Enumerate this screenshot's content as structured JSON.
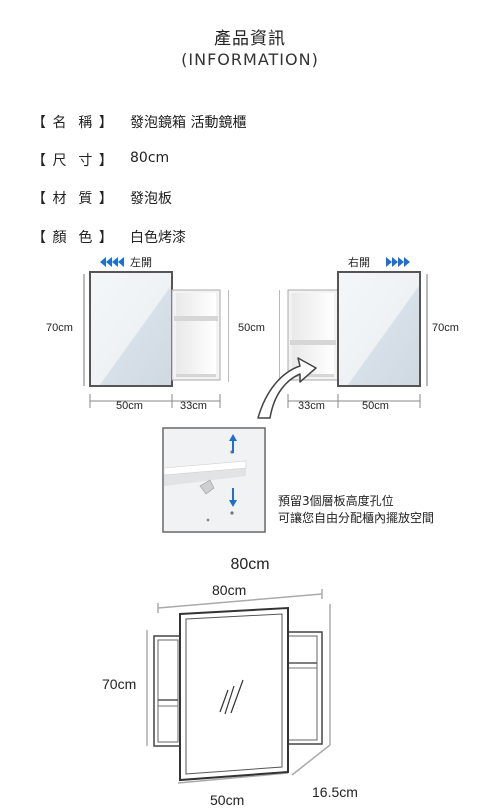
{
  "header": {
    "title": "產品資訊",
    "subtitle": "(INFORMATION)"
  },
  "specs": [
    {
      "label": "【 名  稱 】",
      "value": "發泡鏡箱 活動鏡櫃"
    },
    {
      "label": "【 尺  寸 】",
      "value": "80cm"
    },
    {
      "label": "【 材  質 】",
      "value": "發泡板"
    },
    {
      "label": "【 顏  色 】",
      "value": "白色烤漆"
    }
  ],
  "diagram_left": {
    "direction_label": "左開",
    "height_label": "70cm",
    "mirror_width": "50cm",
    "cabinet_width": "33cm"
  },
  "diagram_middle": {
    "height_label": "50cm"
  },
  "diagram_right": {
    "direction_label": "右開",
    "height_label": "70cm",
    "cabinet_width": "33cm",
    "mirror_width": "50cm"
  },
  "shelf_note": {
    "line1": "預留3個層板高度孔位",
    "line2": "可讓您自由分配櫃內擺放空間"
  },
  "bottom_diagram": {
    "heading": "80cm",
    "top_width": "80cm",
    "height": "70cm",
    "bottom_width": "50cm",
    "depth": "16.5cm"
  },
  "colors": {
    "arrow_blue": "#1f6fd1",
    "frame_gray": "#555555",
    "mirror_tint": "#dfe7ee"
  }
}
